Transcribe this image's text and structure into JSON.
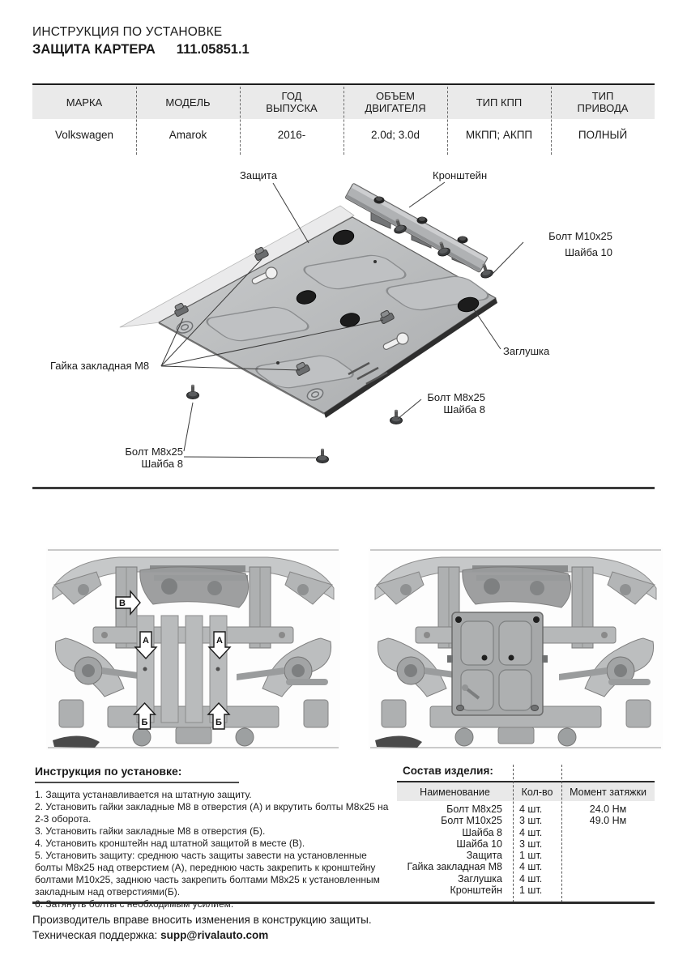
{
  "doc": {
    "title_line1": "ИНСТРУКЦИЯ ПО УСТАНОВКЕ",
    "title_line2": "ЗАЩИТА КАРТЕРА",
    "part_number": "111.05851.1"
  },
  "spec_table": {
    "headers": [
      "МАРКА",
      "МОДЕЛЬ",
      "ГОД\nВЫПУСКА",
      "ОБЪЕМ\nДВИГАТЕЛЯ",
      "ТИП КПП",
      "ТИП\nПРИВОДА"
    ],
    "row": [
      "Volkswagen",
      "Amarok",
      "2016-",
      "2.0d; 3.0d",
      "МКПП; АКПП",
      "ПОЛНЫЙ"
    ]
  },
  "diagram": {
    "labels": {
      "guard": "Защита",
      "bracket": "Кронштейн",
      "bolt_m10": "Болт М10х25",
      "washer10": "Шайба 10",
      "plug": "Заглушка",
      "clip_nut": "Гайка закладная М8",
      "bolt_m8": "Болт М8х25",
      "washer8": "Шайба 8"
    }
  },
  "photos": {
    "markers": {
      "a": "А",
      "b": "Б",
      "v": "В"
    }
  },
  "instructions": {
    "heading": "Инструкция по установке:",
    "items": [
      "1. Защита устанавливается на штатную защиту.",
      "2. Установить гайки закладные М8 в отверстия (А) и вкрутить болты М8х25 на 2-3 оборота.",
      "3. Установить гайки закладные М8 в отверстия (Б).",
      "4. Установить кронштейн над штатной защитой в месте (В).",
      "5. Установить защиту: среднюю часть защиты завести на установленные болты М8х25 над отверстием (А), переднюю часть закрепить к кронштейну болтами М10х25, заднюю часть закрепить болтами М8х25 к установленным закладным над отверстиями(Б).",
      "6. Затянуть болты с необходимым усилием."
    ]
  },
  "parts": {
    "heading": "Состав изделия:",
    "columns": [
      "Наименование",
      "Кол-во",
      "Момент затяжки"
    ],
    "rows": [
      {
        "name": "Болт М8х25",
        "qty": "4 шт.",
        "torque": "24.0 Нм"
      },
      {
        "name": "Болт М10х25",
        "qty": "3 шт.",
        "torque": "49.0 Нм"
      },
      {
        "name": "Шайба 8",
        "qty": "4 шт.",
        "torque": ""
      },
      {
        "name": "Шайба 10",
        "qty": "3 шт.",
        "torque": ""
      },
      {
        "name": "Защита",
        "qty": "1 шт.",
        "torque": ""
      },
      {
        "name": "Гайка закладная М8",
        "qty": "4 шт.",
        "torque": ""
      },
      {
        "name": "Заглушка",
        "qty": "4 шт.",
        "torque": ""
      },
      {
        "name": "Кронштейн",
        "qty": "1 шт.",
        "torque": ""
      }
    ]
  },
  "footer": {
    "line1": "Производитель вправе вносить изменения в конструкцию защиты.",
    "support_label": "Техническая поддержка:",
    "support_email": "supp@rivalauto.com"
  }
}
